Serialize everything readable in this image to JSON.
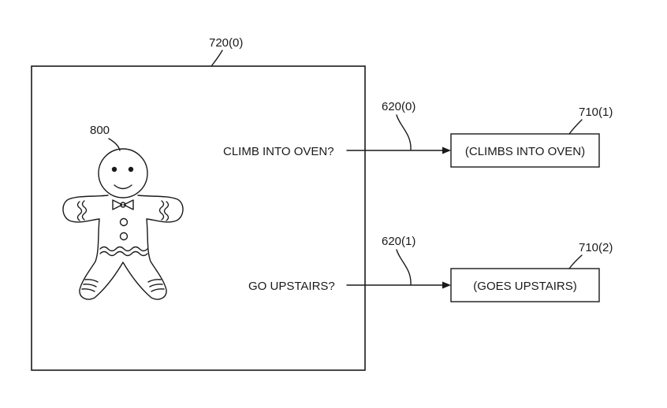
{
  "figure": {
    "screen_ref": "720(0)",
    "character_ref": "800",
    "choices": [
      {
        "prompt": "CLIMB INTO OVEN?",
        "link_ref": "620(0)",
        "result_ref": "710(1)",
        "result_text": "(CLIMBS INTO OVEN)"
      },
      {
        "prompt": "GO UPSTAIRS?",
        "link_ref": "620(1)",
        "result_ref": "710(2)",
        "result_text": "(GOES UPSTAIRS)"
      }
    ]
  },
  "colors": {
    "ink": "#1a1a1a",
    "background": "#ffffff"
  }
}
